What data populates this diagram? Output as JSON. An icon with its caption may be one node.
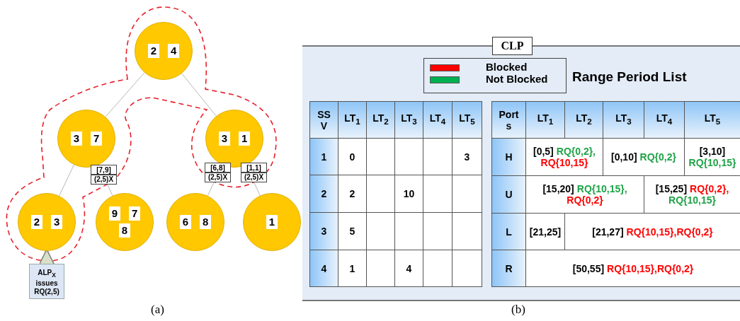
{
  "diagram": {
    "nodes": [
      {
        "text": [
          "2",
          "4"
        ]
      },
      {
        "text": [
          "3",
          "7"
        ]
      },
      {
        "text": [
          "3",
          "1"
        ]
      },
      {
        "text": [
          "2",
          "3"
        ]
      },
      {
        "text": [
          "9",
          "7",
          "8"
        ]
      },
      {
        "text": [
          "6",
          "8"
        ]
      },
      {
        "text": [
          "1"
        ]
      },
      {
        "text": [
          "ALP$_{X}$ issues RQ(2,5)"
        ]
      },
      {
        "text": [
          "CLP"
        ]
      }
    ],
    "edges": [
      {
        "from": 0,
        "to": 1,
        "arrow": "none"
      },
      {
        "from": 0,
        "to": 2,
        "arrow": "none"
      },
      {
        "from": 1,
        "to": 3,
        "arrow": "none"
      },
      {
        "from": 1,
        "to": 4,
        "arrow": "none",
        "label": "[7,9] (2,5)X"
      },
      {
        "from": 2,
        "to": 5,
        "arrow": "none",
        "label": "[6,8] (2,5)X"
      },
      {
        "from": 2,
        "to": 6,
        "arrow": "none",
        "label": "[1,1] (2,5)X"
      },
      {
        "from": 7,
        "to": 3,
        "arrow": "to",
        "style": "thick",
        "color": "#d9e0c8"
      }
    ],
    "labels": [
      "Range Period List",
      "SSV",
      "LT$_{1}$",
      "LT$_{2}$",
      "LT$_{3}$",
      "LT$_{4}$",
      "LT$_{5}$",
      "1",
      "0",
      "3",
      "2",
      "2",
      "10",
      "3",
      "5",
      "4",
      "1",
      "4",
      "Ports",
      "LT$_{1}$",
      "LT$_{2}$",
      "LT$_{3}$",
      "LT$_{4}$",
      "LT$_{5}$",
      "H",
      "[0,5]",
      "RQ{0,2},",
      "RQ{10,15}",
      "[0,10]",
      "RQ{0,2}",
      "[3,10]",
      "RQ{10,15}",
      "U",
      "[15,20]",
      "RQ{10,15},",
      "RQ{0,2}",
      "[15,25]",
      "RQ{0,2},",
      "RQ{10,15}",
      "L",
      "[21,25]",
      "[21,27]",
      "RQ{10,15},RQ{0,2}",
      "R",
      "[50,55]",
      "RQ{10,15},RQ{0,2}",
      "(a)",
      "(b)"
    ],
    "legend": [
      {
        "text": "Blocked",
        "color": "#ff0000"
      },
      {
        "text": "Not Blocked",
        "color": "#00b050"
      }
    ]
  }
}
